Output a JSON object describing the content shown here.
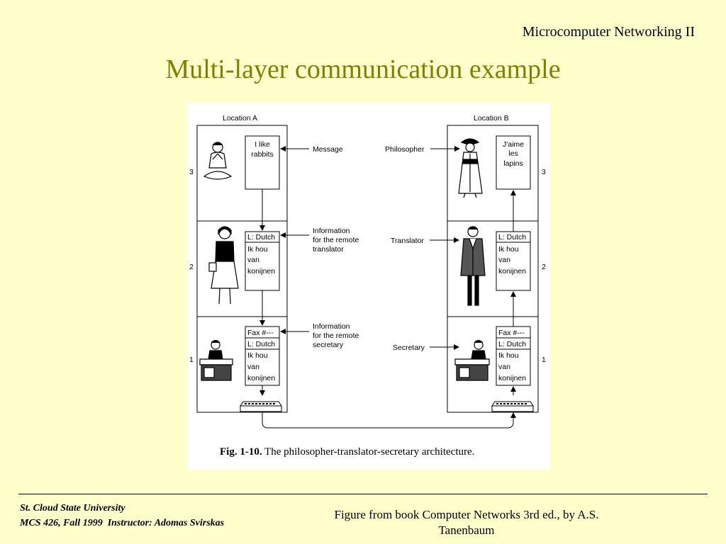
{
  "header": {
    "course": "Microcomputer Networking II",
    "title": "Multi-layer communication example"
  },
  "figure": {
    "location_a": "Location A",
    "location_b": "Location B",
    "layers": [
      "3",
      "2",
      "1"
    ],
    "left_boxes": {
      "layer3": [
        "I like",
        "rabbits"
      ],
      "layer2": [
        "L: Dutch",
        "Ik hou",
        "van",
        "konijnen"
      ],
      "layer1": [
        "Fax #---",
        "L: Dutch",
        "Ik hou",
        "van",
        "konijnen"
      ]
    },
    "right_boxes": {
      "layer3": [
        "J'aime",
        "les",
        "lapins"
      ],
      "layer2": [
        "L: Dutch",
        "Ik hou",
        "van",
        "konijnen"
      ],
      "layer1": [
        "Fax #---",
        "L: Dutch",
        "Ik hou",
        "van",
        "konijnen"
      ]
    },
    "left_annotations": {
      "message": "Message",
      "info_translator": [
        "Information",
        "for the remote",
        "translator"
      ],
      "info_secretary": [
        "Information",
        "for the remote",
        "secretary"
      ]
    },
    "right_annotations": {
      "philosopher": "Philosopher",
      "translator": "Translator",
      "secretary": "Secretary"
    },
    "caption_bold": "Fig.  1-10.",
    "caption_text": " The philosopher-translator-secretary architecture."
  },
  "footer": {
    "university": "St. Cloud State University",
    "course_line": "MCS 426, Fall 1999  Instructor: Adomas Svirskas",
    "source": "Figure from book Computer Networks 3rd ed., by A.S. Tanenbaum"
  }
}
